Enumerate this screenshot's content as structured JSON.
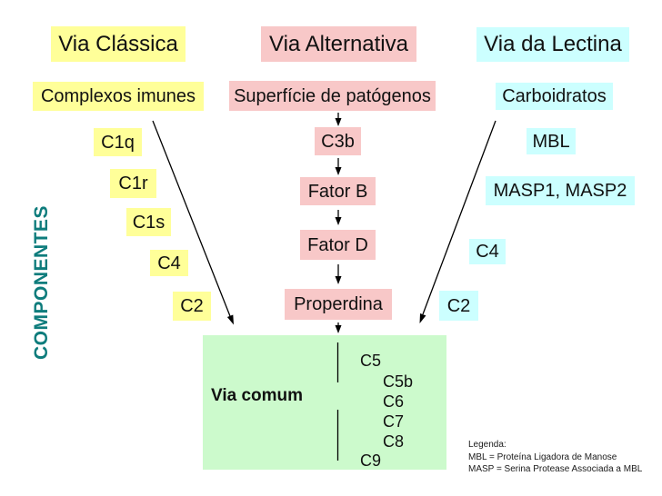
{
  "slide": {
    "axis_label": "COMPONENTES",
    "columns": [
      {
        "id": "classical",
        "title": "Via Clássica",
        "trigger": "Complexos imunes",
        "components": [
          "C1q",
          "C1r",
          "C1s",
          "C4",
          "C2"
        ]
      },
      {
        "id": "alternative",
        "title": "Via Alternativa",
        "trigger": "Superfície de patógenos",
        "components": [
          "C3b",
          "Fator B",
          "Fator D",
          "Properdina"
        ]
      },
      {
        "id": "lectin",
        "title": "Via da Lectina",
        "trigger": "Carboidratos",
        "components": [
          "MBL",
          "MASP1, MASP2",
          "C4",
          "C2"
        ]
      }
    ],
    "common": {
      "label": "Via comum",
      "cascade": [
        "C5",
        "C5b",
        "C6",
        "C7",
        "C8",
        "C9"
      ]
    },
    "legend": {
      "title": "Legenda:",
      "lines": [
        "MBL = Proteína Ligadora de Manose",
        "MASP = Serina Protease Associada a MBL"
      ]
    },
    "colors": {
      "classical": "#FFFF99",
      "alternative": "#F8C8C8",
      "lectin": "#CCFFFF",
      "common": "#CCFACC",
      "axis_text": "#0E7C7C",
      "arrow": "#000000"
    }
  }
}
